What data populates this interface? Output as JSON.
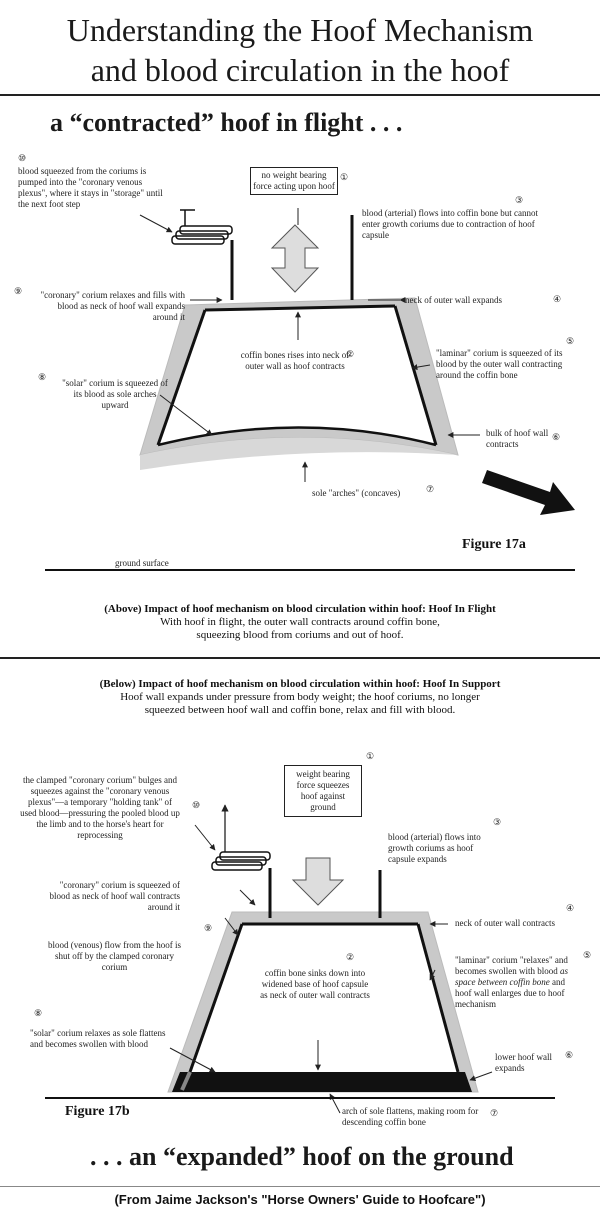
{
  "header": {
    "title_line1": "Understanding the Hoof Mechanism",
    "title_line2": "and blood circulation in the hoof"
  },
  "fig_a": {
    "subtitle": "a “contracted” hoof in flight . . .",
    "label": "Figure 17a",
    "ground": "ground surface",
    "box_label": "no weight bearing force acting upon hoof",
    "n1": "①",
    "n2": "②",
    "n3": "③",
    "n4": "④",
    "n5": "⑤",
    "n6": "⑥",
    "n7": "⑦",
    "n8": "⑧",
    "n9": "⑨",
    "n10": "⑩",
    "note10": "blood squeezed from the coriums is pumped into the \"coronary venous plexus\", where it stays in \"storage\" until the next foot step",
    "note3": "blood (arterial) flows into coffin bone but cannot enter growth coriums due to contraction of hoof capsule",
    "note9": "\"coronary\" corium relaxes and fills with blood as neck of hoof wall expands around it",
    "note4": "neck of outer wall expands",
    "note2": "coffin bones rises into neck of outer wall as hoof contracts",
    "note5": "\"laminar\" corium is squeezed of its blood by the outer wall contracting around the coffin bone",
    "note8": "\"solar\" corium is squeezed of its blood as sole arches upward",
    "note6": "bulk of hoof wall contracts",
    "note7": "sole \"arches\" (concaves)"
  },
  "caption_a": {
    "title": "(Above) Impact of hoof mechanism on blood circulation within hoof:  Hoof In Flight",
    "line1": "With hoof in flight, the outer wall contracts around coffin bone,",
    "line2": "squeezing blood from coriums and out of hoof."
  },
  "caption_b": {
    "title": "(Below) Impact of hoof mechanism on blood circulation within hoof:  Hoof In Support",
    "line1": "Hoof wall expands under pressure from body weight; the hoof coriums, no longer",
    "line2": "squeezed between hoof wall and coffin bone, relax and fill with blood."
  },
  "fig_b": {
    "subtitle": ". . . an “expanded” hoof on the ground",
    "label": "Figure 17b",
    "box_label": "weight bearing force squeezes hoof against ground",
    "n1": "①",
    "n2": "②",
    "n3": "③",
    "n4": "④",
    "n5": "⑤",
    "n6": "⑥",
    "n7": "⑦",
    "n8": "⑧",
    "n9": "⑨",
    "n10": "⑩",
    "note_top": "the clamped \"coronary corium\" bulges and squeezes against the \"coronary venous plexus\"—a temporary \"holding tank\" of used blood—pressuring the pooled blood up the limb and to the horse's heart for reprocessing",
    "note3": "blood (arterial) flows into growth coriums as hoof capsule expands",
    "note_coronary": "\"coronary\" corium is squeezed of blood as neck of hoof wall contracts around it",
    "note4": "neck of outer wall contracts",
    "note9": "blood (venous) flow from the hoof is shut off by the clamped coronary corium",
    "note2": "coffin bone sinks down into widened base of hoof capsule as neck of outer wall contracts",
    "note5a": "\"laminar\" corium \"relaxes\" and becomes swollen with blood",
    "note5b": "as space between coffin bone",
    "note5c": "and hoof wall enlarges due to hoof mechanism",
    "note8": "\"solar\" corium relaxes as sole flattens and becomes swollen with blood",
    "note6": "lower hoof wall expands",
    "note7": "arch of sole flattens, making room for descending coffin bone"
  },
  "footer": "(From Jaime Jackson's \"Horse Owners' Guide to Hoofcare\")"
}
